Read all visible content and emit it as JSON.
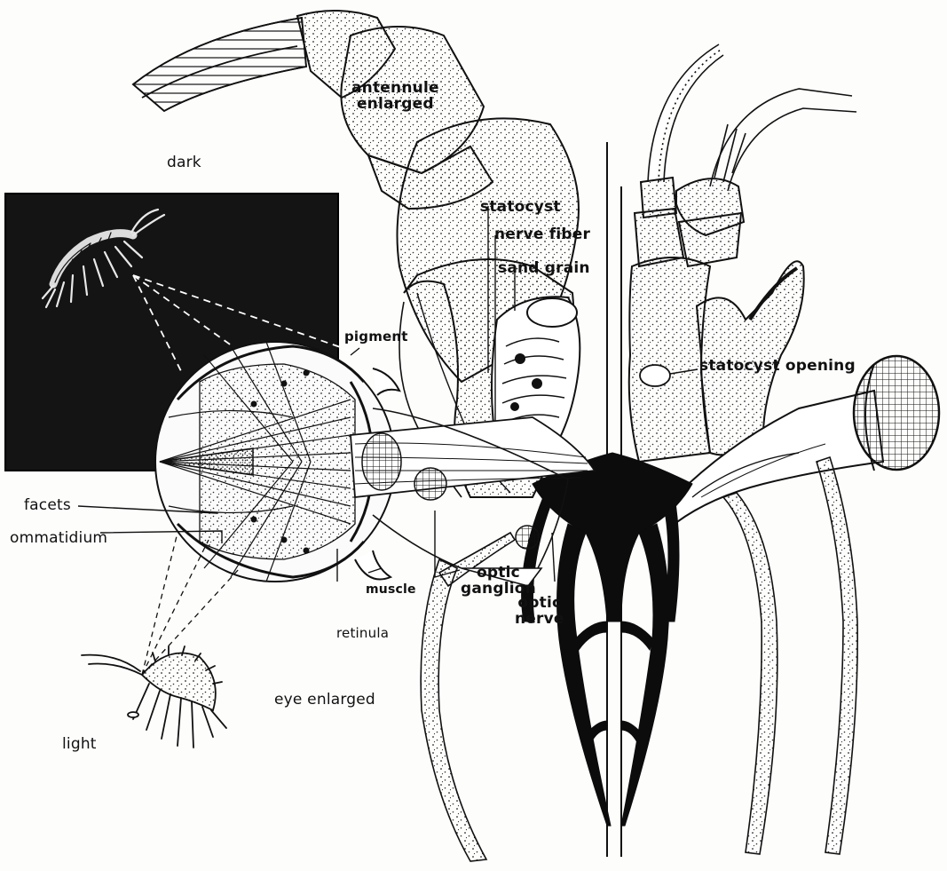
{
  "labels": {
    "antennule": [
      "antennule",
      "enlarged"
    ],
    "dark": "dark",
    "statocyst": "statocyst",
    "nerve_fiber": "nerve fiber",
    "sand_grain": "sand grain",
    "pigment": "pigment",
    "statocyst_opening": "statocyst opening",
    "facets": "facets",
    "ommatidium": "ommatidium",
    "muscle": "muscle",
    "optic_ganglion": [
      "optic",
      "ganglion"
    ],
    "optic_nerve": [
      "optic",
      "nerve"
    ],
    "retinula": "retinula",
    "eye_enlarged": "eye enlarged",
    "light": "light"
  },
  "colors": {
    "ink": "#111111",
    "paper": "#fdfdfc",
    "photo_background": "#141414",
    "stipple": "#2a2a2a"
  }
}
